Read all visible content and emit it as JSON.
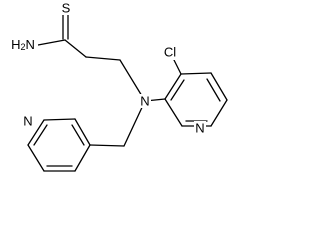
{
  "molecule": {
    "atoms": {
      "sulfur": "S",
      "amide_nitrogen": "H2N",
      "chlorine": "Cl",
      "amine_nitrogen": "N",
      "pyridine_nitrogen_right": "N",
      "pyridine_nitrogen_left": "N"
    },
    "colors": {
      "bond": "#000000",
      "label": "#000000",
      "background": "#ffffff"
    }
  }
}
